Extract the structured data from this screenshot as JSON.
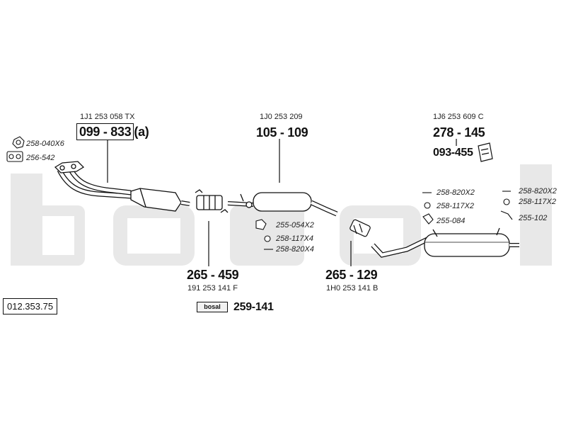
{
  "watermark": {
    "text": "bosal",
    "color": "#e6e6e6"
  },
  "reference_number": "012.353.75",
  "front_pipe": {
    "oe": "1J1 253 058 TX",
    "part": "099 - 833",
    "suffix": "(a)"
  },
  "mid_box": {
    "oe": "1J0 253 209",
    "part": "105 - 109"
  },
  "rear_box": {
    "oe": "1J6 253 609 C",
    "part": "278 - 145"
  },
  "heat_shield": {
    "part": "093-455"
  },
  "catalyst": {
    "part": "265 - 459",
    "oe": "191 253 141 F"
  },
  "flex_pipe": {
    "part": "265 - 129",
    "oe": "1H0 253 141 B"
  },
  "mounting_kit": {
    "logo": "bosal",
    "part": "259-141"
  },
  "accessories": {
    "nut": "258-040X6",
    "gasket": "256-542",
    "mid_clamp": "255-054X2",
    "mid_ring": "258-117X4",
    "mid_bolt": "258-820X4",
    "rear_left_bolt": "258-820X2",
    "rear_left_ring": "258-117X2",
    "rear_left_clamp": "255-084",
    "rear_right_bolt": "258-820X2",
    "rear_right_ring": "258-117X2",
    "rear_right_hanger": "255-102"
  }
}
